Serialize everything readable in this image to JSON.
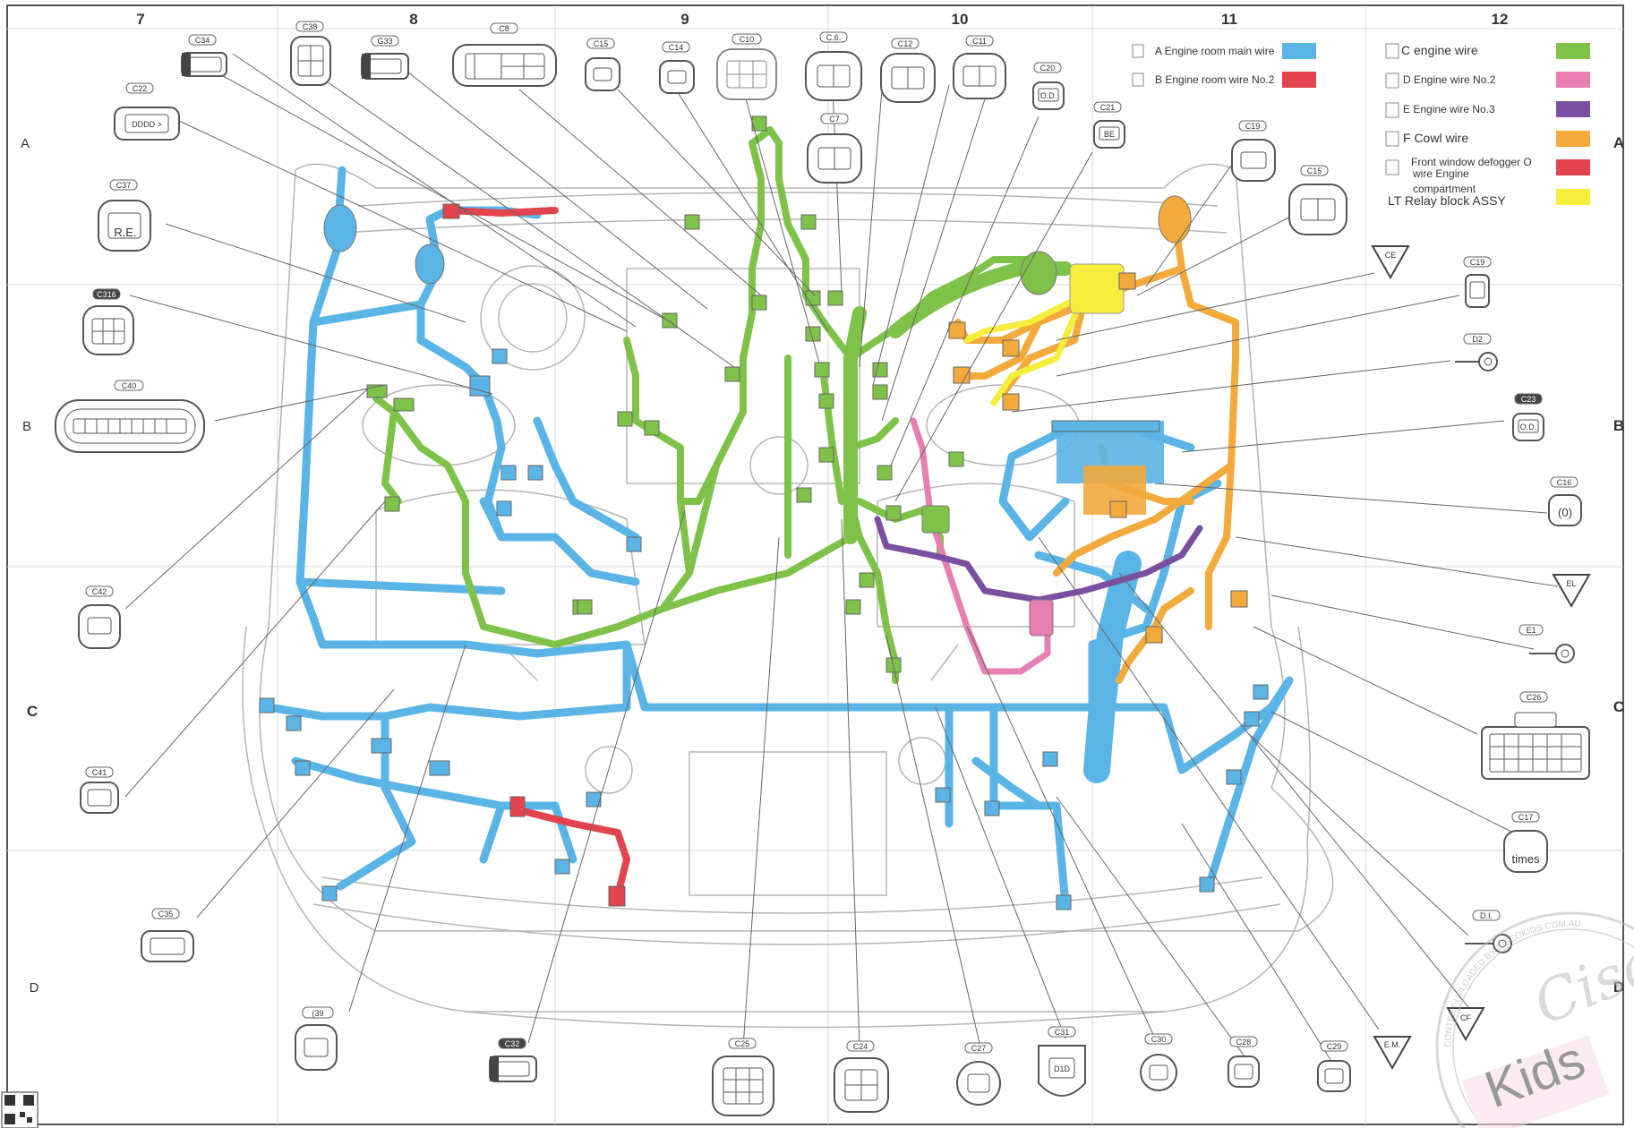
{
  "grid": {
    "columns": [
      "7",
      "8",
      "9",
      "10",
      "11",
      "12"
    ],
    "rows_left": [
      "A",
      "B",
      "C",
      "D"
    ],
    "rows_right": [
      "A",
      "B",
      "C",
      "D"
    ]
  },
  "legend": [
    {
      "label": "A Engine room main wire",
      "color": "#5ab4e5"
    },
    {
      "label": "B Engine room wire No.2",
      "color": "#e2444e"
    },
    {
      "label": "C engine wire",
      "color": "#7fc24a"
    },
    {
      "label": "D Engine wire No.2",
      "color": "#e77fb2"
    },
    {
      "label": "E Engine wire No.3",
      "color": "#7b4fa0"
    },
    {
      "label": "F Cowl wire",
      "color": "#f2aa3c"
    },
    {
      "label_line1": "Front window defogger O",
      "label_line2": "wire Engine",
      "label_line3": "compartment",
      "color": "#e2444e"
    },
    {
      "label": "LT Relay block ASSY",
      "color": "#f5ee3d"
    }
  ],
  "connectors": {
    "c34": "C34",
    "c38": "C38",
    "g33": "G33",
    "c8": "C8",
    "c15a": "C15",
    "c14": "C14",
    "c10": "C10",
    "c6": "C.6.",
    "c12": "C12",
    "c11": "C11",
    "c20": "C20",
    "c20_inner": "O.D.",
    "c7": "C7",
    "c21": "C21",
    "c21_inner": "BE",
    "c19a": "C19",
    "c15b": "C15",
    "c22": "C22",
    "c22_inner": "DDDD >",
    "c37": "C37",
    "c37_inner": "R.E.",
    "c316": "C316",
    "c40": "C40",
    "c42": "C42",
    "c41": "C41",
    "c35": "C35",
    "c39": "(39",
    "c32": "C32",
    "c25": "C25",
    "c24": "C24",
    "c27": "C27",
    "c31": "C31",
    "c31_inner": "D1D",
    "c30": "C30",
    "c28": "C28",
    "c29": "C29",
    "c19b": "C19",
    "d2": "D2",
    "c23": "C23",
    "c23_inner": "O.D.",
    "c16": "C16",
    "c16_inner": "(0)",
    "e1": "E1",
    "c26": "C26",
    "c17": "C17",
    "c17_inner": "times",
    "d1": "D.I."
  },
  "grounds": {
    "ce": "CE",
    "el": "EL",
    "cf": "CF",
    "em": "E.M."
  },
  "watermark": {
    "brand_line1": "Cisco",
    "brand_line2": "Kids",
    "ring_text": "CONTENT UPLOADED BY CISCOKIDS.COM.AU"
  }
}
